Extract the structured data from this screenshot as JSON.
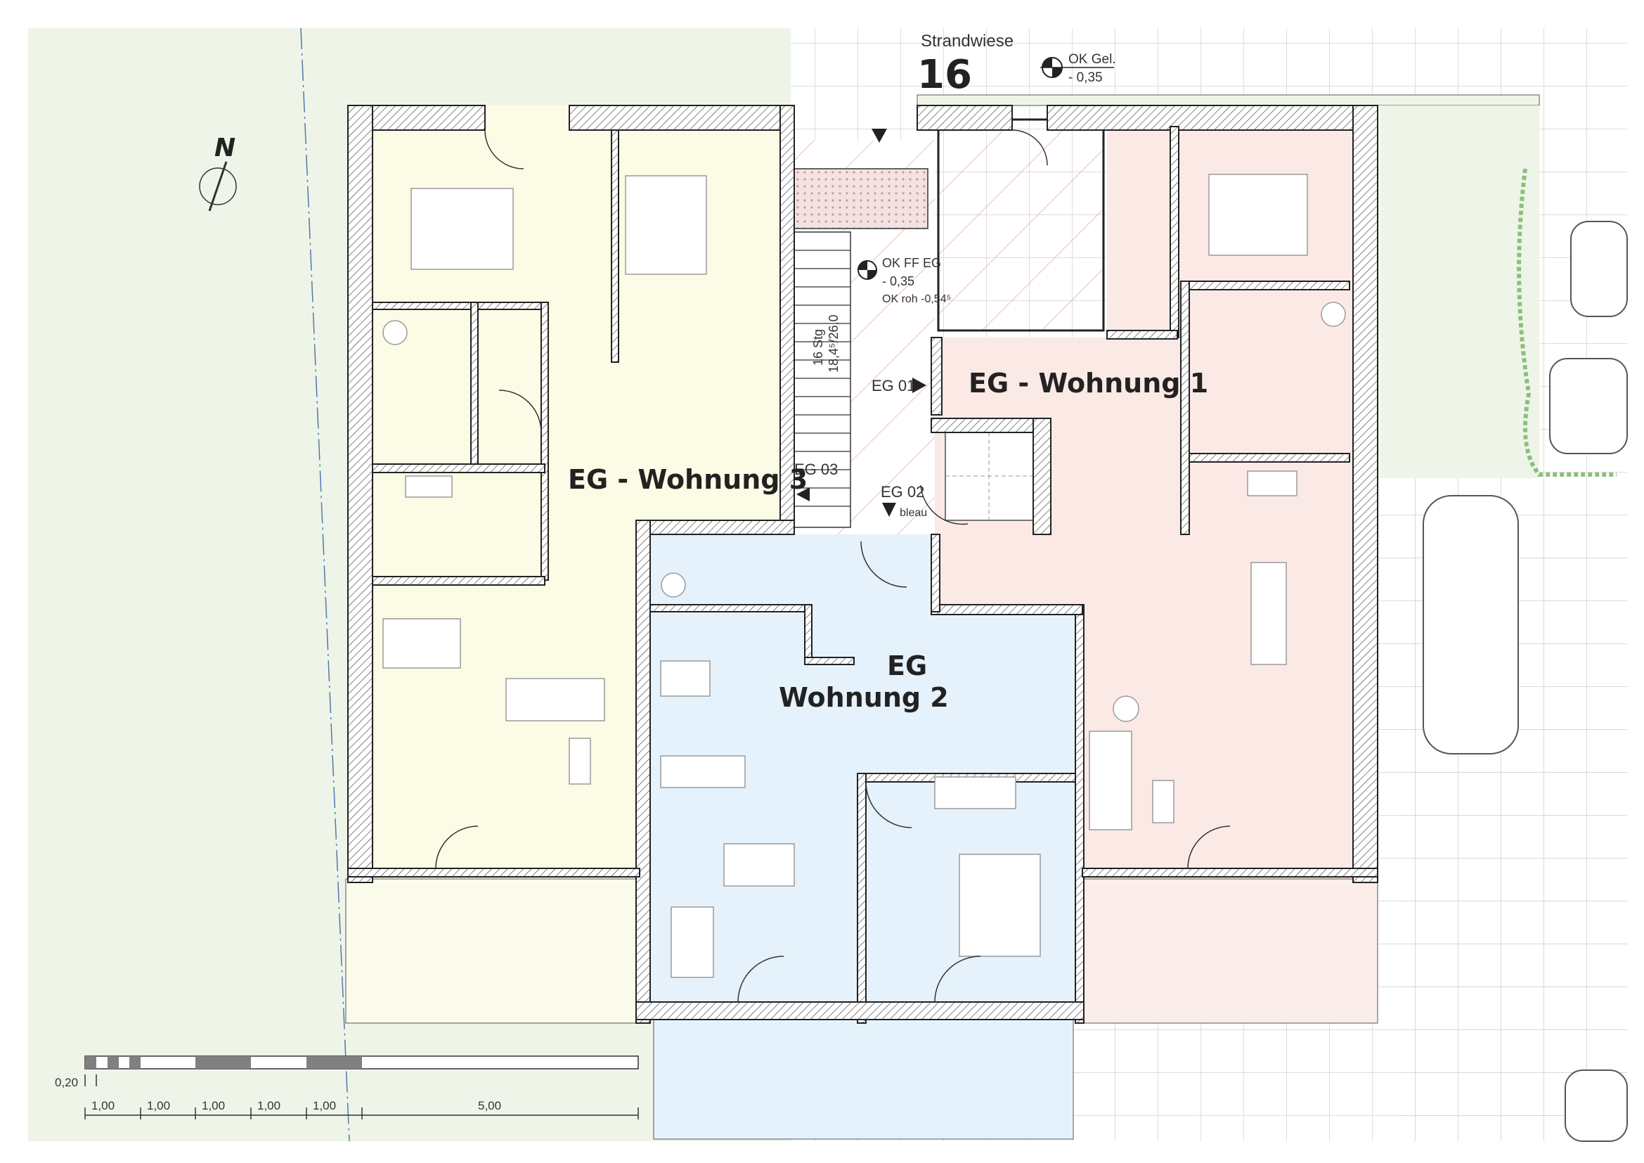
{
  "address": {
    "street": "Strandwiese",
    "number": "16"
  },
  "levels": {
    "ground": {
      "label": "OK Gel.",
      "value": "- 0,35"
    },
    "floor": {
      "label": "OK FF EG",
      "value": "- 0,35",
      "raw": "OK roh -0,54⁵"
    }
  },
  "north": {
    "label": "N"
  },
  "stair": {
    "steps": "16 Stg",
    "ratio": "18,4⁵/26,0"
  },
  "entrances": {
    "eg01": "EG 01",
    "eg02": "EG 02",
    "eg03": "EG 03",
    "tableau": "bleau"
  },
  "apartments": {
    "w1": "EG - Wohnung 1",
    "w2_line1": "EG",
    "w2_line2": "Wohnung 2",
    "w3": "EG - Wohnung 3"
  },
  "colors": {
    "w1": "#fbe9e5",
    "w2": "#e5f2fb",
    "w3": "#fbfbe6",
    "lawn": "#eef5e8",
    "hatch_red": "#e39aa0"
  },
  "scale_bar": {
    "small": "0,20",
    "labels": [
      "1,00",
      "1,00",
      "1,00",
      "1,00",
      "1,00",
      "5,00"
    ]
  }
}
